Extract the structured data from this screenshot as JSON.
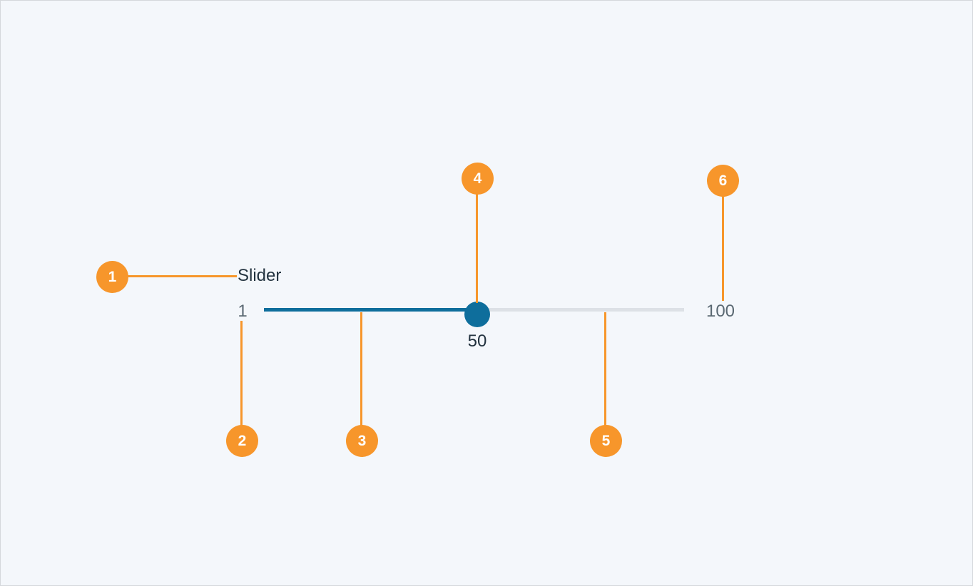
{
  "colors": {
    "background": "#f4f7fb",
    "border": "#d5d8dc",
    "callout": "#f7962b",
    "callout_text": "#ffffff",
    "track_filled": "#0e6e9c",
    "track_empty": "#dde1e6",
    "handle": "#0e6e9c",
    "label_dark": "#22323f",
    "label_gray": "#5a6872"
  },
  "slider": {
    "label": "Slider",
    "min_label": "1",
    "max_label": "100",
    "value_label": "50"
  },
  "callouts": [
    {
      "number": "1",
      "points_to": "label"
    },
    {
      "number": "2",
      "points_to": "min-value"
    },
    {
      "number": "3",
      "points_to": "filled-track"
    },
    {
      "number": "4",
      "points_to": "handle"
    },
    {
      "number": "5",
      "points_to": "unfilled-track"
    },
    {
      "number": "6",
      "points_to": "max-value"
    }
  ]
}
